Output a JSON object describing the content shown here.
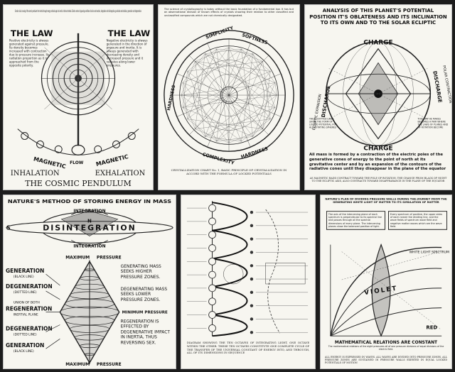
{
  "panels": [
    {
      "id": "cosmic-pendulum",
      "heading_left": "THE LAW",
      "heading_right": "THE LAW",
      "intro": "Creation is but a swing of the cosmic pendulum from inertia through energy and back again to inertia. Inhale and exhale. Divide a series of opposing conditions of action and reaction, integration and disintegration, gravitation and radiation, generation and degeneration.",
      "left_text": "Positive electricity is always generated against pressure. Its density becomes increased with contraction due to pressure increase. Its radiation proportion as it is approached from the opposite polarity.",
      "right_text": "Negative electricity is always generated in the direction of pressure and inertia. It is always generated with decreasing density and decreased pressure and it radiates along lower pressures.",
      "arc_left": "MAGNETIC",
      "arc_mid": "FLOW",
      "arc_right": "MAGNETIC",
      "bottom_left": "INHALATION",
      "bottom_right": "EXHALATION",
      "bottom_title": "THE COSMIC PENDULUM"
    },
    {
      "id": "crystallization",
      "intro": "The science of crystallography is today without the basic foundation of a fundamental law. It has but an observational division of known effects of crystals showing their relation to other classified and unclassified compounds which are not chemically designated.",
      "ring_top": "SIMPLICITY",
      "ring_top_right": "SOFTNESS",
      "ring_left": "HARDNESS",
      "ring_bottom": "COMPLEXITY",
      "ring_bottom_right": "HARDNESS",
      "caption": "CRYSTALLIZATION CHART No. 1, BASIC PRINCIPLE OF CRYSTALLIZATION IN ACCORD WITH THE FORMULA OF LOCKED POTENTIALS"
    },
    {
      "id": "oblateness",
      "title": "ANALYSIS OF THIS PLANET'S POTENTIAL POSITION IT'S OBLATENESS AND ITS INCLINATION TO ITS OWN AND TO THE SOLAR ECLIPTIC",
      "charge_top": "CHARGE",
      "charge_bottom": "CHARGE",
      "left_label": "DISCHARGE",
      "right_label": "DISCHARGE",
      "left_side": "ECLIPTIC EXPANSION",
      "right_side": "POLAR CONTRACTION",
      "left_note": "THESE DOTTED LINES SHOW THE FORM OF LOCKED POTENTIAL FOR ALL ROTATING SPHERES",
      "right_note": "THIS WAY HE MAKES BECOMES A PAIR WHERE THE LAWS OF PLANES AND OF ROTATION BECOME",
      "summary": "All mass is formed by a contraction of the electric poles of the generative cones of energy to the point of north at its gravitative center and by an expansion of the contours of the radiative cones until they disappear in the plane of the equator",
      "caption": "AS MAGNETIC RADII CONTRACT TOWARD THE POLE OF ROTATION, THE CHANGE FROM BLACK OF NIGHT TO THE ECLIPTIC AXIS, ALSO CONTRACTS TOWARD DISAPPEARANCE IN THE PLANE OF THE EQUATOR"
    },
    {
      "id": "storing-energy",
      "title": "NATURE'S METHOD OF STORING ENERGY IN MASS",
      "integration_top": "INTEGRATION",
      "integration_bottom": "INTEGRATION",
      "band": "DISINTEGRATION",
      "letter_s": "S",
      "letter_n": "N",
      "maximum_top": "MAXIMUM",
      "pressure_top": "PRESSURE",
      "maximum_bottom": "MAXIMUM",
      "pressure_bottom": "PRESSURE",
      "minimum": "MINIMUM PRESSURE",
      "left_labels": [
        {
          "main": "GENERATION",
          "sub": "(BLACK LINE)"
        },
        {
          "main": "DEGENERATION",
          "sub": "(DOTTED LINE)"
        },
        {
          "main": "UNION OF BOTH",
          "sub": ""
        },
        {
          "main": "REGENERATION",
          "sub": "INERTIAL PLANE"
        },
        {
          "main": "DEGENERATION",
          "sub": "(DOTTED LINE)"
        },
        {
          "main": "GENERATION",
          "sub": "(BLACK LINE)"
        }
      ],
      "notes": [
        "GENERATING MASS SEEKS HIGHER PRESSURE ZONES.",
        "DEGENERATING MASS SEEKS LOWER PRESSURE ZONES.",
        "REGENERATION IS EFFECTED BY DEGENERATIVE IMPACT IN INERTIA, THUS REVERSING SEX."
      ]
    },
    {
      "id": "octaves",
      "caption": "DIAGRAM SHOWING THE TEN OCTAVES OF INTEGRATING LIGHT, ONE OCTAVE WITHIN THE OTHER. THESE TEN OCTAVES CONSTITUTE ONE COMPLETE CYCLE OF THE TRANSFER OF THE UNIVERSAL CONSTANT OF ENERGY INTO, AND THROUGH, ALL OF ITS DIMENSIONS IN SEQUENCE"
    },
    {
      "id": "pressure-walls",
      "title": "NATURE'S PLAN OF DIVIDING PRESSURE WALLS DURING THE JOURNEY FROM THE GENERATING WHITE LIGHT OF MATTER TO ITS SIMULATION OF MATTER",
      "left_text": "The axis of the intervening plane of each spectrum is perpendicular to its spectral line and passes through all the spectral dimensions of every plane. The intervening planes show the balanced position of light.",
      "right_text": "Every spectrum of positive, the upper sides of each nearer the dividing line, and the wave fields of spectrum wave field and negative matter waves which are the wave field.",
      "label_tr": "WHITE LIGHT SPECTRUM",
      "label_mid": "VIOLET",
      "label_br": "RED",
      "mathematical": "MATHEMATICAL RELATIONS ARE CONSTANT",
      "math_sub": "The mathematical relations of the eight pressures all of one pressure divisions of equal divisions of the electric field.",
      "caption": "ALL ENERGY IS EXPRESSED IN WAVES. ALL WAVES ARE DIVIDED INTO PRESSURE ZONES. ALL PRESSURE ZONES ARE SUSTAINED IN PRESSURE WALLS EXERTED IN EQUAL LOCKED POTENTIALS OF MOTION"
    }
  ]
}
